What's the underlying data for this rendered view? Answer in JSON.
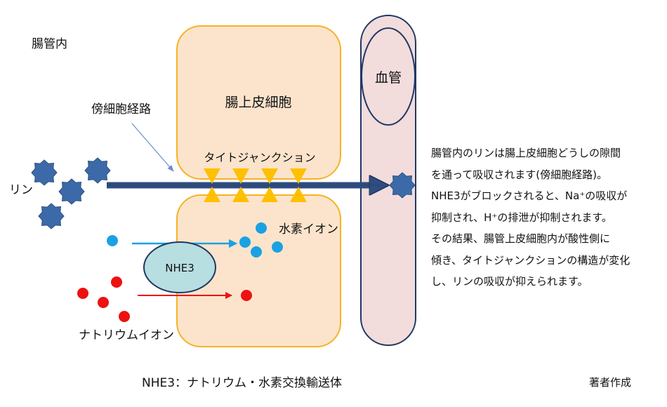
{
  "labels": {
    "lumen": "腸管内",
    "blood_vessel": "血管",
    "epithelial_cell": "腸上皮細胞",
    "paracellular_pathway": "傍細胞経路",
    "tight_junction": "タイトジャンクション",
    "phosphorus": "リン",
    "hydrogen_ion": "水素イオン",
    "nhe3": "NHE3",
    "sodium_ion": "ナトリウムイオン",
    "footnote": "NHE3：ナトリウム・水素交換輸送体",
    "credit": "著者作成"
  },
  "description": [
    "腸管内のリンは腸上皮細胞どうしの隙間",
    "を通って吸収されます(傍細胞経路)。",
    "NHE3がブロックされると、Na⁺の吸収が",
    "抑制され、H⁺の排泄が抑制されます。",
    "その結果、腸管上皮細胞内が酸性側に",
    "傾き、タイトジャンクションの構造が変化",
    "し、リンの吸収が抑えられます。"
  ],
  "colors": {
    "cell_fill": "#FCE4CC",
    "cell_border": "#F5B324",
    "vessel_fill": "#F2DCDC",
    "vessel_border": "#203864",
    "arrow_main": "#2F4D7E",
    "phosphorus_star": "#3C6AA8",
    "tight_junction": "#FFC000",
    "hydrogen_dot": "#1BA1E2",
    "sodium_dot": "#EE1111",
    "nhe3_fill": "#B7DEE0"
  }
}
